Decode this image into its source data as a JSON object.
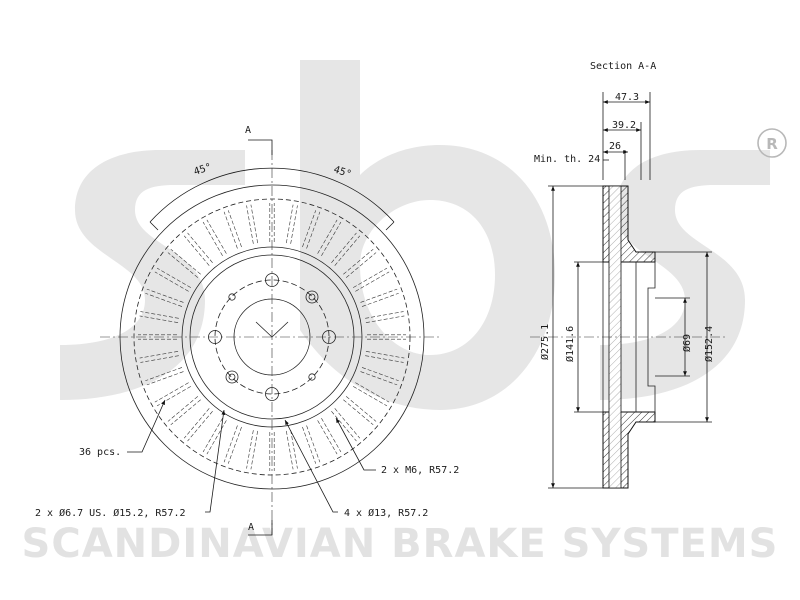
{
  "watermark": {
    "logo_text": "sbs",
    "registered_mark": "®",
    "brand": "SCANDINAVIAN BRAKE SYSTEMS"
  },
  "front_view": {
    "section_mark_top": "A",
    "section_mark_bottom": "A",
    "angle_left": "45°",
    "angle_right": "45°",
    "vane_count_label": "36 pcs.",
    "thread_holes_label": "2 x M6, R57.2",
    "small_holes_label": "2 x Ø6.7 US. Ø15.2, R57.2",
    "bolt_holes_label": "4 x Ø13, R57.2"
  },
  "section_view": {
    "title": "Section A-A",
    "dim_total_thickness": "47.3",
    "dim_hat_depth": "39.2",
    "dim_disc_thickness": "26",
    "min_thickness_label": "Min. th. 24",
    "dim_outer_diameter": "Ø275.1",
    "dim_inner_diameter": "Ø141.6",
    "dim_center_bore": "Ø69",
    "dim_hat_diameter": "Ø152.4"
  }
}
